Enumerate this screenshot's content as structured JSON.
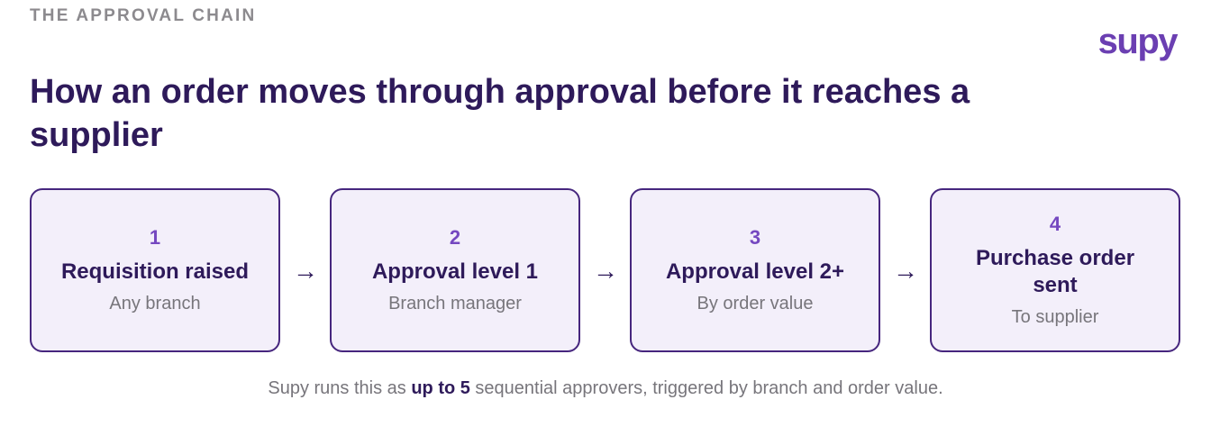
{
  "header": {
    "eyebrow": "THE APPROVAL CHAIN",
    "logo_text": "supy",
    "title": "How an order moves through approval before it reaches a supplier"
  },
  "steps": [
    {
      "number": "1",
      "title": "Requisition raised",
      "subtitle": "Any branch"
    },
    {
      "number": "2",
      "title": "Approval level 1",
      "subtitle": "Branch manager"
    },
    {
      "number": "3",
      "title": "Approval level 2+",
      "subtitle": "By order value"
    },
    {
      "number": "4",
      "title": "Purchase order sent",
      "subtitle": "To supplier"
    }
  ],
  "arrow_glyph": "→",
  "footnote": {
    "before": "Supy runs this as ",
    "highlight": "up to 5",
    "after": " sequential approvers, triggered by branch and order value."
  },
  "colors": {
    "brand": "#6b3fb2",
    "heading": "#2e1a5a",
    "box_fill": "#f3effa",
    "box_border": "#46267e",
    "muted": "#77757b"
  }
}
